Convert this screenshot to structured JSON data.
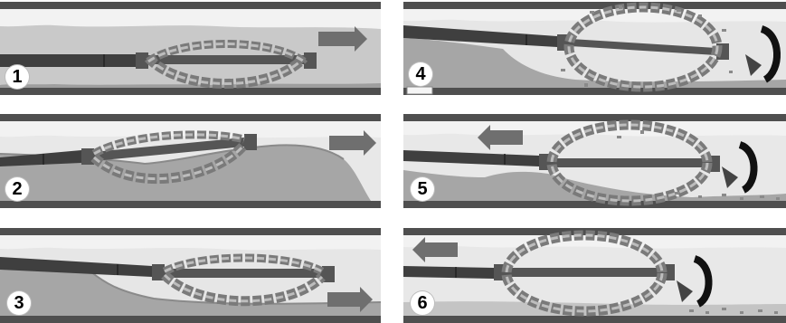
{
  "colors": {
    "pipe_wall": "#5f5f5f",
    "pipe_inner": "#f0f0f0",
    "deposit": "#c8c8c8",
    "chain": "#8c8c8c",
    "arrow": "#6f6f6f"
  },
  "panels": [
    {
      "label": "1",
      "motion": "arrow-right",
      "rotation": false
    },
    {
      "label": "2",
      "motion": "arrow-right",
      "rotation": false
    },
    {
      "label": "3",
      "motion": "arrow-right",
      "rotation": false
    },
    {
      "label": "4",
      "motion": "none",
      "rotation": true
    },
    {
      "label": "5",
      "motion": "arrow-left",
      "rotation": true
    },
    {
      "label": "6",
      "motion": "arrow-left",
      "rotation": true
    }
  ]
}
